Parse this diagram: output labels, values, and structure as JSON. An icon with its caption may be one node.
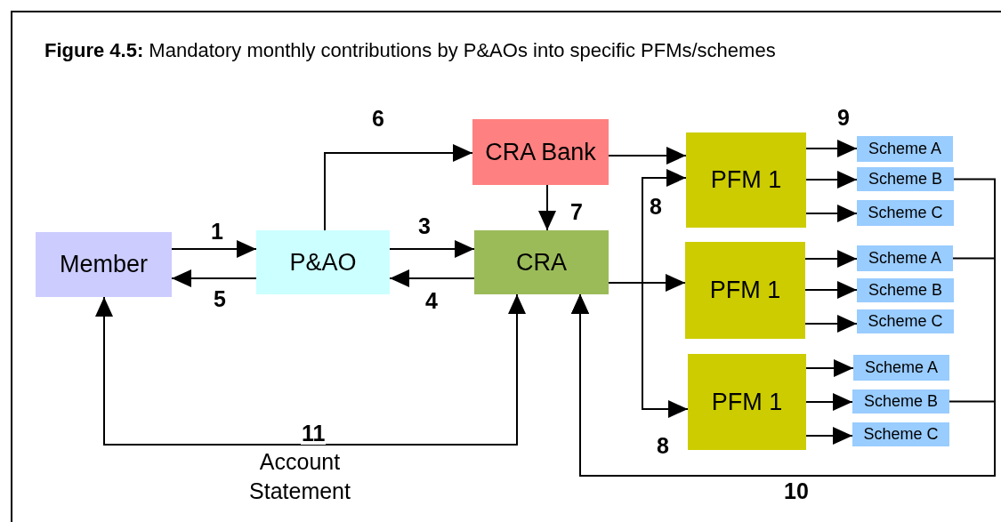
{
  "diagram": {
    "title": "**Figure 4.5:** Mandatory monthly contributions by P&AOs into specific PFMs/schemes",
    "nodes": [
      {
        "text": [
          "Member"
        ]
      },
      {
        "text": [
          "P&AO"
        ]
      },
      {
        "text": [
          "CRA"
        ]
      },
      {
        "text": [
          "CRA Bank"
        ]
      },
      {
        "text": [
          "PFM 1"
        ]
      },
      {
        "text": [
          "PFM 1"
        ]
      },
      {
        "text": [
          "PFM 1"
        ]
      },
      {
        "text": [
          "Scheme A"
        ]
      },
      {
        "text": [
          "Scheme B"
        ]
      },
      {
        "text": [
          "Scheme C"
        ]
      },
      {
        "text": [
          "Scheme A"
        ]
      },
      {
        "text": [
          "Scheme B"
        ]
      },
      {
        "text": [
          "Scheme C"
        ]
      },
      {
        "text": [
          "Scheme A"
        ]
      },
      {
        "text": [
          "Scheme B"
        ]
      },
      {
        "text": [
          "Scheme C"
        ]
      }
    ],
    "edges": [
      {
        "from": 0,
        "to": 1,
        "arrow": "to",
        "label": "1"
      },
      {
        "from": 1,
        "to": 0,
        "arrow": "to",
        "label": "5"
      },
      {
        "from": 1,
        "to": 3,
        "arrow": "to",
        "label": "6"
      },
      {
        "from": 1,
        "to": 2,
        "arrow": "to",
        "label": "3"
      },
      {
        "from": 2,
        "to": 1,
        "arrow": "to",
        "label": "4"
      },
      {
        "from": 3,
        "to": 2,
        "arrow": "to",
        "label": "7"
      },
      {
        "from": 3,
        "to": 4,
        "arrow": "to"
      },
      {
        "from": 2,
        "to": 4,
        "arrow": "to",
        "label": "8"
      },
      {
        "from": 2,
        "to": 5,
        "arrow": "to"
      },
      {
        "from": 2,
        "to": 6,
        "arrow": "to",
        "label": "8"
      },
      {
        "from": 4,
        "to": 7,
        "arrow": "to",
        "label": "9"
      },
      {
        "from": 4,
        "to": 8,
        "arrow": "to"
      },
      {
        "from": 4,
        "to": 9,
        "arrow": "to"
      },
      {
        "from": 5,
        "to": 10,
        "arrow": "to"
      },
      {
        "from": 5,
        "to": 11,
        "arrow": "to"
      },
      {
        "from": 5,
        "to": 12,
        "arrow": "to"
      },
      {
        "from": 6,
        "to": 13,
        "arrow": "to"
      },
      {
        "from": 6,
        "to": 14,
        "arrow": "to"
      },
      {
        "from": 6,
        "to": 15,
        "arrow": "to"
      },
      {
        "from": 8,
        "to": 2,
        "arrow": "to",
        "label": "10"
      },
      {
        "from": 10,
        "to": 2,
        "arrow": "to"
      },
      {
        "from": 14,
        "to": 2,
        "arrow": "to"
      },
      {
        "from": 0,
        "to": 2,
        "arrow": "both",
        "label": "11"
      }
    ],
    "labels": [
      "Account Statement"
    ]
  }
}
